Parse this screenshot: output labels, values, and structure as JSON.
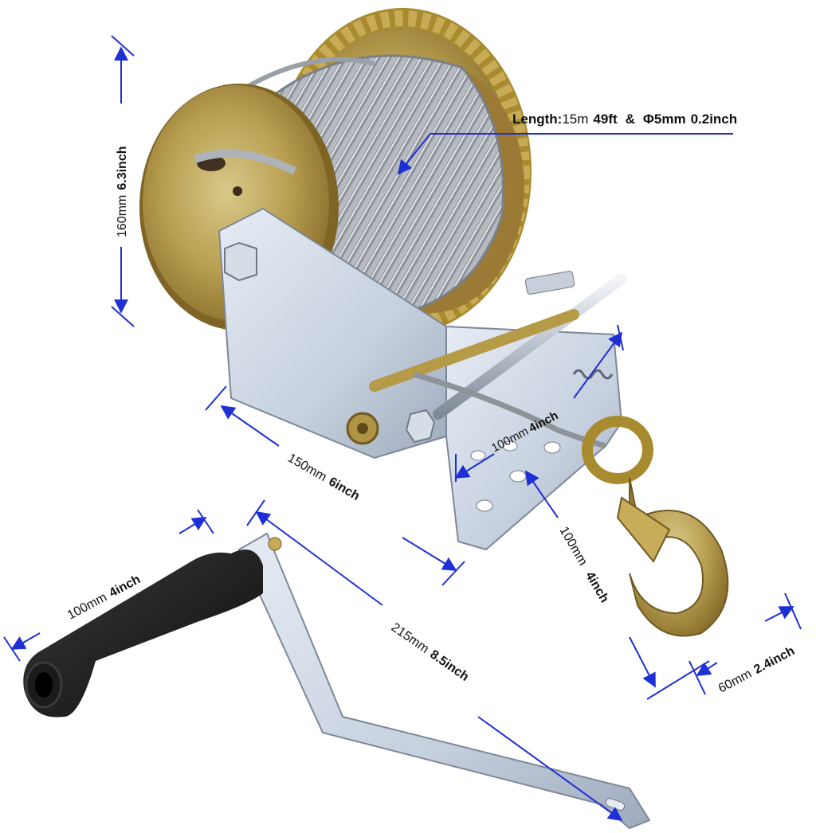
{
  "dimensions": {
    "cable": {
      "label": "Length:",
      "length_m": "15m",
      "length_ft": "49ft",
      "sep": "&",
      "dia_mm": "Φ5mm",
      "dia_in": "0.2inch"
    },
    "height": {
      "mm": "160mm",
      "inch": "6.3inch"
    },
    "base_length": {
      "mm": "150mm",
      "inch": "6inch"
    },
    "base_width": {
      "mm": "100mm",
      "inch": "4inch"
    },
    "depth": {
      "mm": "100mm",
      "inch": "4inch"
    },
    "hook_width": {
      "mm": "60mm",
      "inch": "2.4inch"
    },
    "grip": {
      "mm": "100mm",
      "inch": "4inch"
    },
    "arm": {
      "mm": "215mm",
      "inch": "8.5inch"
    }
  },
  "colors": {
    "dimension_line": "#1f2fd6",
    "steel": "#c9d3e0",
    "brass": "#b39a45",
    "handle_grip": "#1b1b1b",
    "cable": "#a8acb2"
  },
  "icons": {
    "winch": "hand-winch-icon",
    "hook": "snap-hook-icon",
    "crank": "crank-handle-icon"
  }
}
